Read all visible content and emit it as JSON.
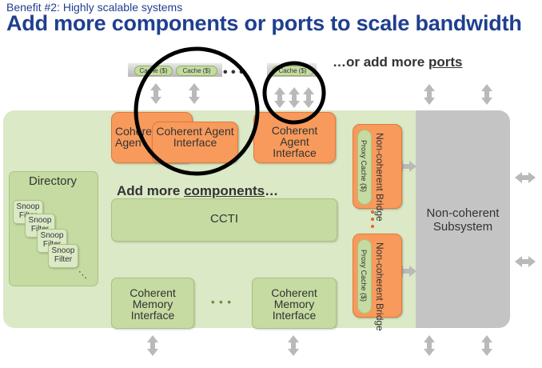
{
  "header": {
    "subtitle": "Benefit #2: Highly scalable systems",
    "title": "Add more components or ports to scale bandwidth"
  },
  "ports_note": {
    "prefix": "…or add more ",
    "emphasis": "ports"
  },
  "components_note": {
    "prefix": "Add more ",
    "emphasis": "components",
    "suffix": "…"
  },
  "agents": {
    "back_label": "Coherent Agent Interface",
    "back_label_visible": "Coheren\nAgen",
    "front_label": "Coherent Agent Interface",
    "right_label": "Coherent Agent Interface"
  },
  "cache_pills": [
    "Cache ($)",
    "Cache ($)",
    "Cache ($)"
  ],
  "ellipsis": "• • •",
  "directory": {
    "label": "Directory",
    "filters": [
      "Snoop Filter",
      "Snoop Filter",
      "Snoop Filter",
      "Snoop Filter"
    ],
    "more": "⋱"
  },
  "ccti_label": "CCTI",
  "memory": {
    "left_label": "Coherent Memory Interface",
    "right_label": "Coherent Memory Interface"
  },
  "bridges": [
    {
      "label": "Non-coherent Bridge",
      "proxy": "Proxy Cache ($)"
    },
    {
      "label": "Non-coherent Bridge",
      "proxy": "Proxy Cache ($)"
    }
  ],
  "subsystem_label": "Non-coherent Subsystem",
  "colors": {
    "title_blue": "#1f3f8f",
    "orange": "#f79a5c",
    "green_panel": "#dbe9c6",
    "green_box": "#c5dba2",
    "grey": "#c4c4c4"
  }
}
